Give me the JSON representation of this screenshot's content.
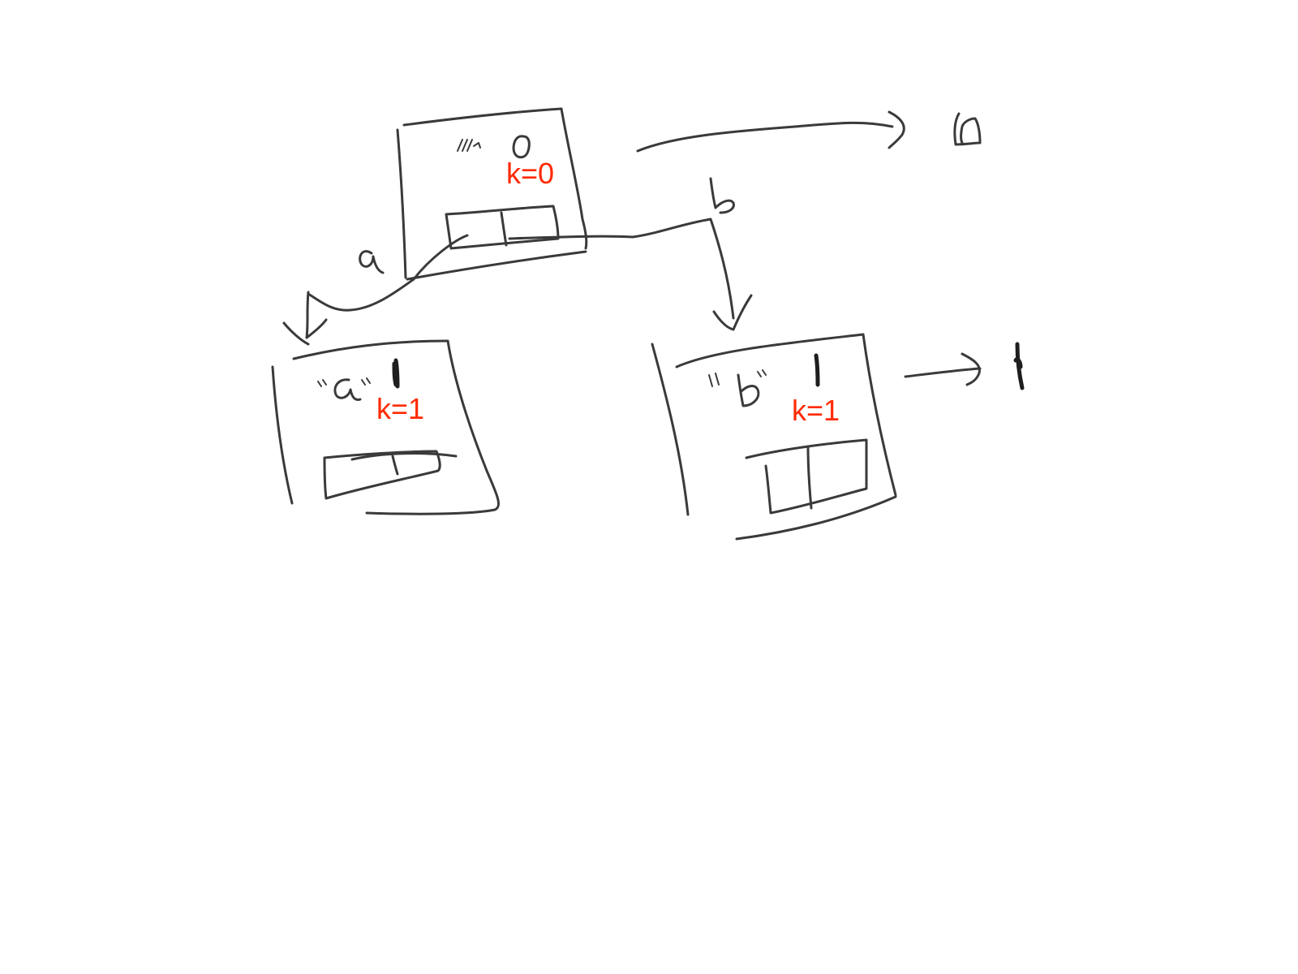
{
  "annotations": {
    "root_k": "k=0",
    "left_k": "k=1",
    "right_k": "k=1"
  },
  "colors": {
    "ink": "#3a3a3a",
    "annotation": "#ff2a00"
  }
}
